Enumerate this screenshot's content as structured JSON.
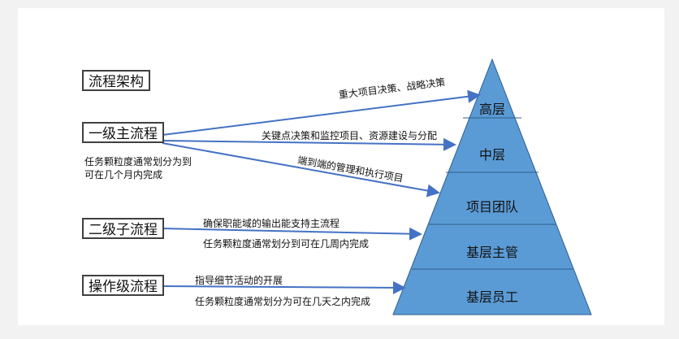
{
  "title": "流程架构",
  "process_levels": [
    {
      "label": "一级主流程",
      "desc": [
        "任务颗粒度通常划分为到",
        "可在几个月内完成"
      ]
    },
    {
      "label": "二级子流程",
      "desc": [
        "确保职能域的输出能支持主流程",
        "任务颗粒度通常划分到可在几周内完成"
      ]
    },
    {
      "label": "操作级流程",
      "desc": [
        "指导细节活动的开展",
        "任务颗粒度通常划分为可在几天之内完成"
      ]
    }
  ],
  "arrow_labels": {
    "high": "重大项目决策、战略决策",
    "middle": "关键点决策和监控项目、资源建设与分配",
    "team": "端到端的管理和执行项目"
  },
  "pyramid_levels": [
    "高层",
    "中层",
    "项目团队",
    "基层主管",
    "基层员工"
  ],
  "colors": {
    "pyramid_fill": "#5b9bd5",
    "pyramid_border": "#2e5d8c",
    "arrow": "#4472c4"
  }
}
